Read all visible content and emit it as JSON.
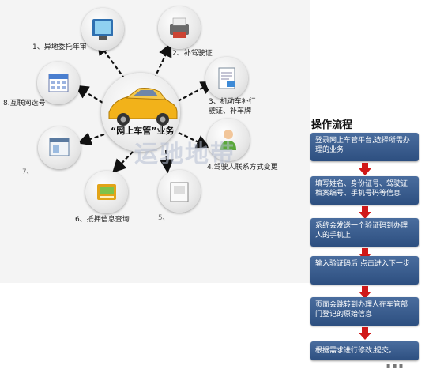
{
  "diagram": {
    "hub_label": "“网上车管”业务",
    "watermark": "运驰地带",
    "nodes": [
      {
        "id": "n1",
        "label": "1、异地委托年审",
        "icon": "monitor-icon"
      },
      {
        "id": "n2",
        "label": "2、补驾驶证",
        "icon": "printer-icon"
      },
      {
        "id": "n3",
        "label": "3、机动车补行\n驶证、补车牌",
        "icon": "document-icon"
      },
      {
        "id": "n4",
        "label": "4.驾驶人联系方式变更",
        "icon": "person-icon"
      },
      {
        "id": "n5",
        "label": "5、",
        "icon": "folder-icon"
      },
      {
        "id": "n6",
        "label": "6、抵押信息查询",
        "icon": "tablet-icon"
      },
      {
        "id": "n7",
        "label": "7、",
        "icon": "window-icon"
      },
      {
        "id": "n8",
        "label": "8.互联网选号",
        "icon": "calendar-icon"
      }
    ]
  },
  "flow": {
    "title": "操作流程",
    "steps": [
      "登录网上车管平台,选择所需办理的业务",
      "填写姓名、身份证号、驾驶证档案编号、手机号码等信息",
      "系统会发送一个验证码到办理人的手机上",
      "输入验证码后,点击进入下一步",
      "页面会跳转到办理人在车管部门登记的原始信息",
      "根据需求进行修改,提交。"
    ]
  },
  "colors": {
    "step_bg": "#3a5d90",
    "arrow": "#d01818",
    "car": "#f2b21a"
  }
}
